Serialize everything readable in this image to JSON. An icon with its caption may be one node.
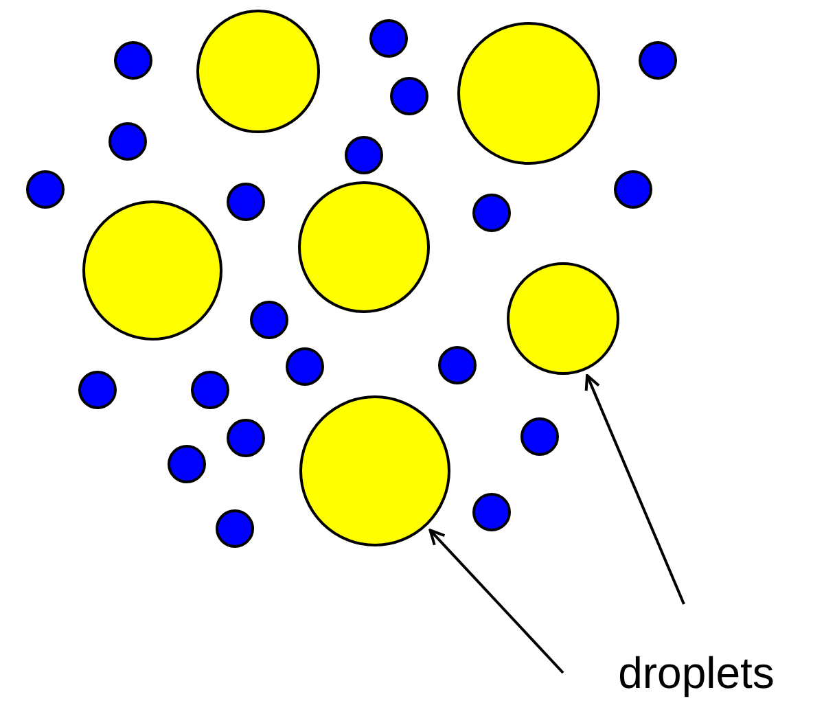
{
  "diagram": {
    "nodes": [
      {
        "text": [],
        "shape": "circle"
      },
      {
        "text": [],
        "shape": "circle"
      },
      {
        "text": [],
        "shape": "circle"
      },
      {
        "text": [],
        "shape": "circle"
      },
      {
        "text": [],
        "shape": "circle"
      },
      {
        "text": [],
        "shape": "circle"
      },
      {
        "text": [
          "droplets"
        ]
      }
    ],
    "edges": [
      {
        "from": 6,
        "to": 5,
        "arrow": "to"
      },
      {
        "from": 6,
        "to": 4,
        "arrow": "to"
      }
    ]
  }
}
